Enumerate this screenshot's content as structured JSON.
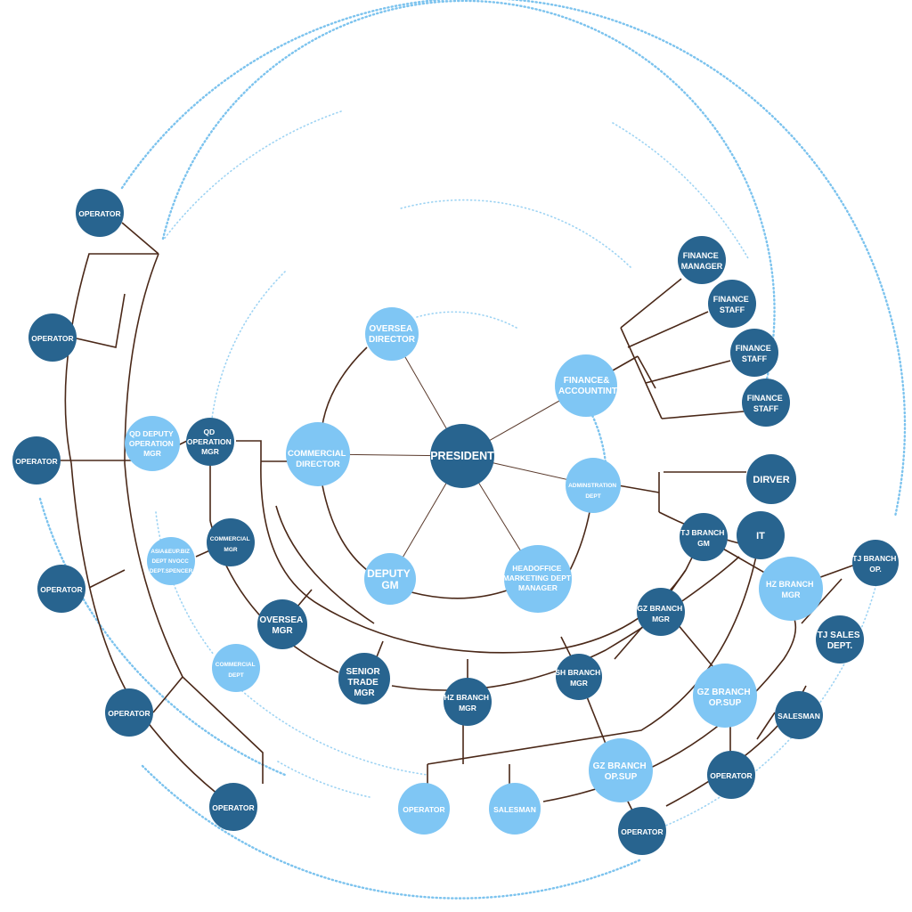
{
  "nodes": {
    "president": [
      "PRESIDENT"
    ],
    "oversea_director": [
      "OVERSEA",
      "DIRECTOR"
    ],
    "finance_accountint": [
      "FINANCE&",
      "ACCOUNTINT"
    ],
    "commercial_director": [
      "COMMERCIAL",
      "DIRECTOR"
    ],
    "administration_dept": [
      "ADMINSTRATION",
      "DEPT"
    ],
    "deputy_gm": [
      "DEPUTY",
      "GM"
    ],
    "headoffice_marketing": [
      "HEADOFFICE",
      "MARKETING DEPT",
      "MANAGER"
    ],
    "finance_manager": [
      "FINANCE",
      "MANAGER"
    ],
    "finance_staff_1": [
      "FINANCE",
      "STAFF"
    ],
    "finance_staff_2": [
      "FINANCE",
      "STAFF"
    ],
    "finance_staff_3": [
      "FINANCE",
      "STAFF"
    ],
    "dirver": [
      "DIRVER"
    ],
    "it": [
      "IT"
    ],
    "tj_branch_gm": [
      "TJ BRANCH",
      "GM"
    ],
    "tj_branch_op": [
      "TJ BRANCH",
      "OP."
    ],
    "hz_branch_mgr_right": [
      "HZ BRANCH",
      "MGR"
    ],
    "tj_sales_dept": [
      "TJ SALES",
      "DEPT."
    ],
    "gz_branch_mgr": [
      "GZ BRANCH",
      "MGR"
    ],
    "gz_branch_opsup_right": [
      "GZ BRANCH",
      "OP.SUP"
    ],
    "salesman_right": [
      "SALESMAN"
    ],
    "operator_right": [
      "OPERATOR"
    ],
    "sh_branch_mgr": [
      "SH BRANCH",
      "MGR"
    ],
    "gz_branch_opsup_bottom": [
      "GZ BRANCH",
      "OP.SUP"
    ],
    "operator_bottom_right": [
      "OPERATOR"
    ],
    "hz_branch_mgr_bottom": [
      "HZ BRANCH",
      "MGR"
    ],
    "salesman_bottom": [
      "SALESMAN"
    ],
    "operator_bottom": [
      "OPERATOR"
    ],
    "senior_trade_mgr": [
      "SENIOR",
      "TRADE",
      "MGR"
    ],
    "oversea_mgr": [
      "OVERSEA",
      "MGR"
    ],
    "commercial_dept": [
      "COMMERCIAL",
      "DEPT"
    ],
    "commercial_mgr": [
      "COMMERCIAL",
      "MGR"
    ],
    "asia_eup_dept": [
      "ASIA&EUP.BIZ",
      "DEPT NVOCC",
      "DEPT.SPENCER"
    ],
    "qd_operation_mgr": [
      "QD",
      "OPERATION",
      "MGR"
    ],
    "qd_deputy_operation_mgr": [
      "QD DEPUTY",
      "OPERATION",
      "MGR"
    ],
    "operator_left_1": [
      "OPERATOR"
    ],
    "operator_left_2": [
      "OPERATOR"
    ],
    "operator_left_3": [
      "OPERATOR"
    ],
    "operator_left_4": [
      "OPERATOR"
    ],
    "operator_left_5": [
      "OPERATOR"
    ],
    "operator_left_6": [
      "OPERATOR"
    ]
  },
  "colors": {
    "node_dark": "#28648f",
    "node_light": "#7fc6f4",
    "connector": "#4a2818",
    "dotted_ring": "#7cc3ee"
  }
}
